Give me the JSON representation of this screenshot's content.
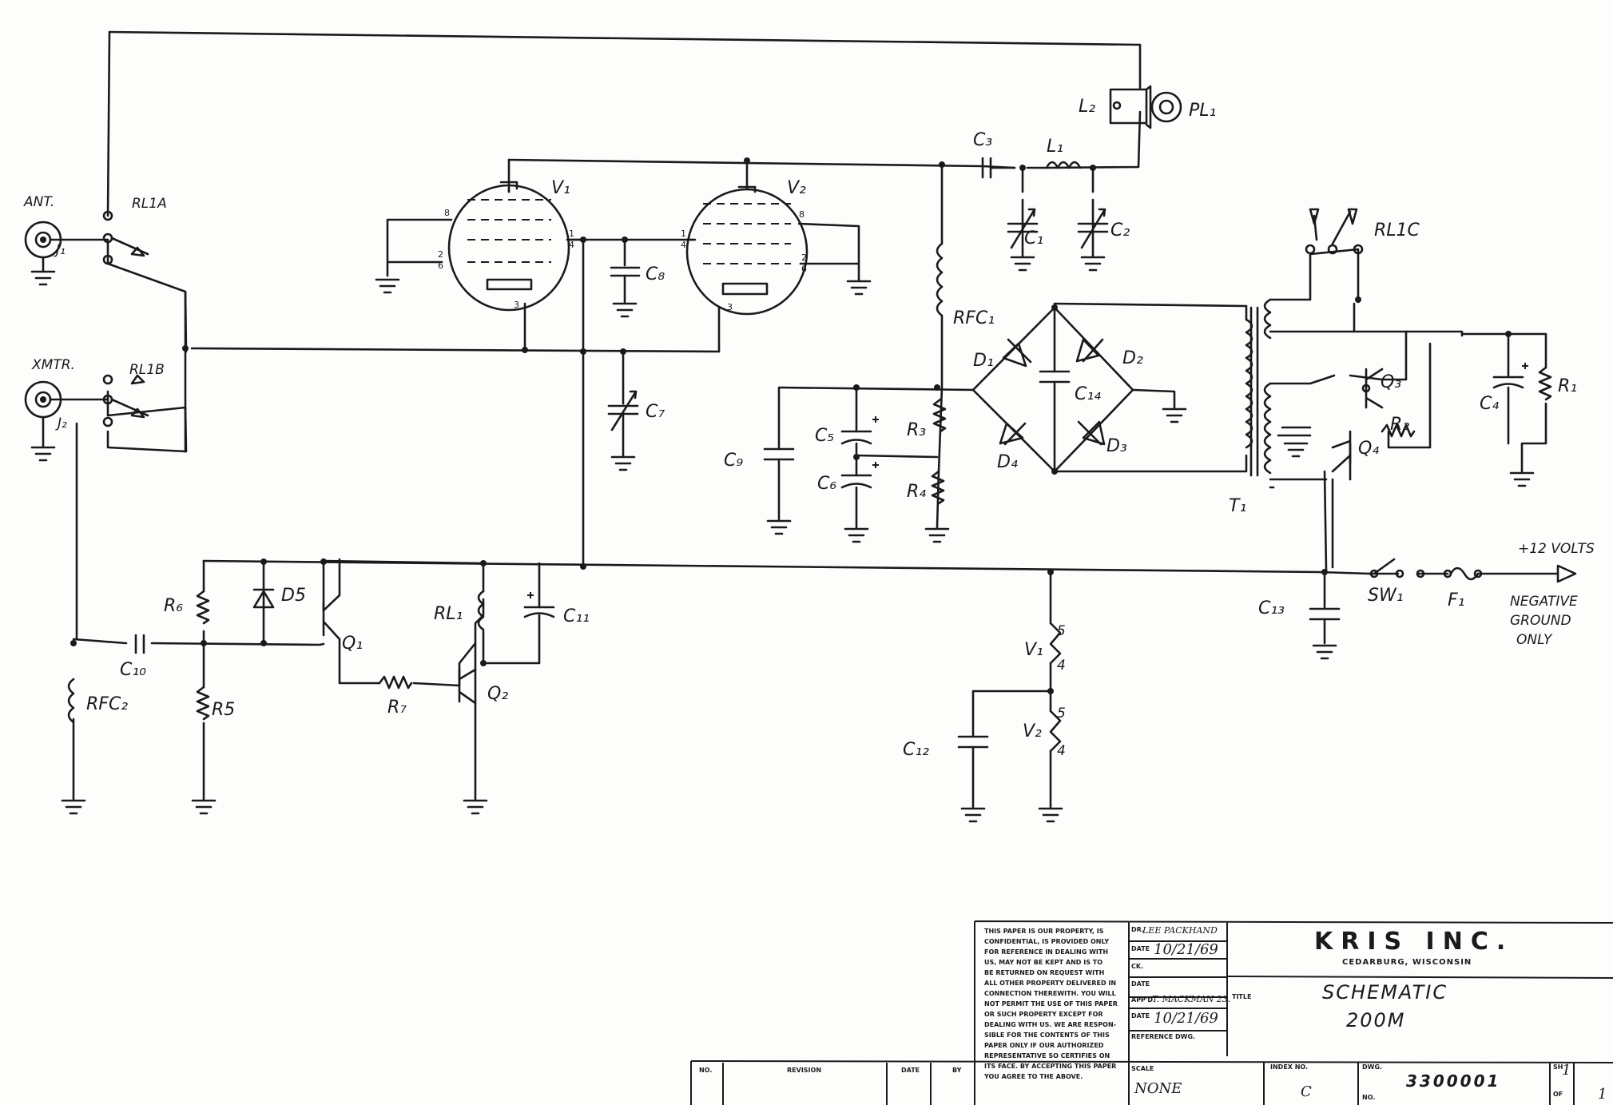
{
  "labels": {
    "ant": "ANT.",
    "j1": "J₁",
    "xmtr": "XMTR.",
    "j2": "J₂",
    "rl1a": "RL1A",
    "rl1b": "RL1B",
    "rl1c": "RL1C",
    "v1_tube": "V₁",
    "v2_tube": "V₂",
    "l2": "L₂",
    "pl1": "PL₁",
    "c3": "C₃",
    "l1": "L₁",
    "c1": "C₁",
    "c2": "C₂",
    "c8": "C₈",
    "c7": "C₇",
    "rfc1": "RFC₁",
    "d1": "D₁",
    "d2": "D₂",
    "d3": "D₃",
    "d4": "D₄",
    "c14": "C₁₄",
    "c9": "C₉",
    "c5": "C₅",
    "c6": "C₆",
    "r3": "R₃",
    "r4": "R₄",
    "t1": "T₁",
    "q3": "Q₃",
    "q4": "Q₄",
    "r2": "R₂",
    "c4": "C₄",
    "r1": "R₁",
    "supply": "+12 VOLTS",
    "sw1": "SW₁",
    "f1": "F₁",
    "neg_line1": "NEGATIVE",
    "neg_line2": "GROUND",
    "neg_line3": "ONLY",
    "c13": "C₁₃",
    "r6": "R₆",
    "d5": "D5",
    "q1": "Q₁",
    "rl1": "RL₁",
    "c11": "C₁₁",
    "c10": "C₁₀",
    "rfc2": "RFC₂",
    "r5": "R5",
    "r7": "R₇",
    "q2": "Q₂",
    "v1_heater": "V₁",
    "v2_heater": "V₂",
    "c12": "C₁₂",
    "pin5a": "5",
    "pin4a": "4",
    "pin5b": "5",
    "pin4b": "4"
  },
  "pins": {
    "v1": [
      "8",
      "2",
      "6",
      "3",
      "1",
      "4"
    ],
    "v2": [
      "8",
      "2",
      "6",
      "3",
      "1",
      "4"
    ]
  },
  "title_block": {
    "notice_lines": [
      "THIS PAPER IS OUR PROPERTY, IS",
      "CONFIDENTIAL, IS PROVIDED ONLY",
      "FOR REFERENCE IN DEALING WITH",
      "US, MAY NOT BE KEPT AND IS TO",
      "BE RETURNED ON REQUEST WITH",
      "ALL OTHER PROPERTY DELIVERED IN",
      "CONNECTION THEREWITH. YOU WILL",
      "NOT PERMIT THE USE OF THIS PAPER",
      "OR SUCH PROPERTY EXCEPT FOR",
      "DEALING WITH US. WE ARE RESPON-",
      "SIBLE FOR THE CONTENTS OF THIS",
      "PAPER ONLY IF OUR AUTHORIZED",
      "REPRESENTATIVE SO CERTIFIES ON",
      "ITS FACE. BY ACCEPTING THIS PAPER",
      "YOU AGREE TO THE ABOVE."
    ],
    "dr_label": "DR.",
    "dr_value": "LEE PACKHAND",
    "date_label": "DATE",
    "dr_date": "10/21/69",
    "ck_label": "CK.",
    "ck_date_label": "DATE",
    "appd_label": "APP'D",
    "appd_value": "T. MACKMAN 23.",
    "appd_date_label": "DATE",
    "appd_date": "10/21/69",
    "ref_label": "REFERENCE DWG.",
    "company": "KRIS INC.",
    "city": "CEDARBURG, WISCONSIN",
    "title_label": "TITLE",
    "title_line1": "SCHEMATIC",
    "title_line2": "200M",
    "scale_label": "SCALE",
    "scale_value": "NONE",
    "index_label": "INDEX NO.",
    "index_value": "C",
    "dwg_label": "DWG.",
    "no_label": "NO.",
    "dwg_value": "3300001",
    "sheet_label": "SH",
    "sheet_value": "1",
    "of_label": "OF",
    "of_value": "1",
    "rev_no": "NO.",
    "rev_revision": "REVISION",
    "rev_date": "DATE",
    "rev_by": "BY"
  }
}
